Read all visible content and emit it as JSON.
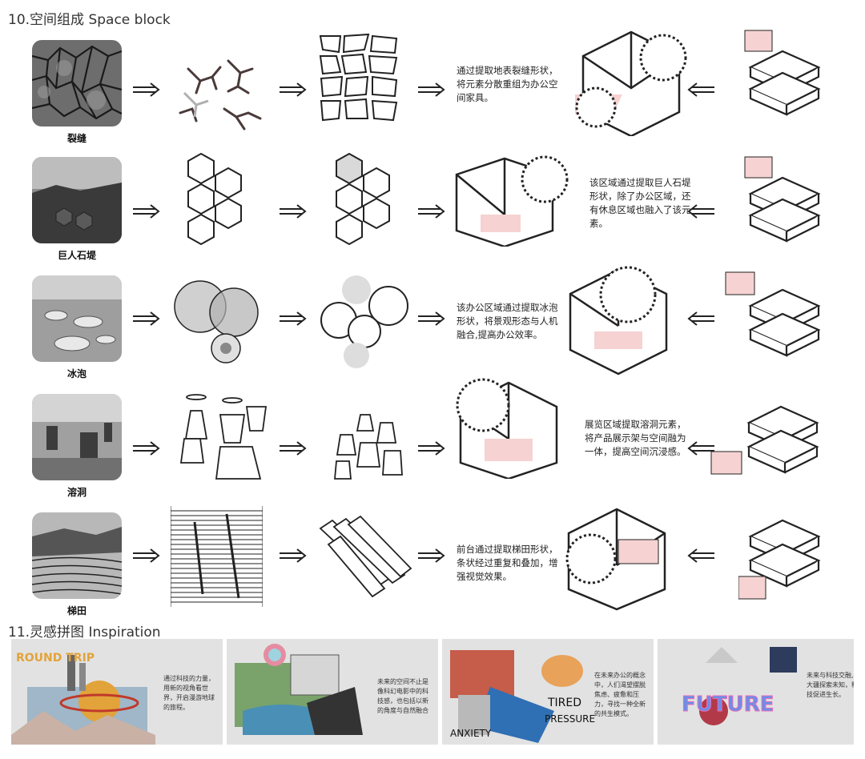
{
  "section1_title": "10.空间组成 Space block",
  "section2_title": "11.灵感拼图 Inspiration",
  "rows": [
    {
      "caption": "裂缝",
      "description": "通过提取地表裂缝形状，将元素分散重组为办公空间家具。"
    },
    {
      "caption": "巨人石堤",
      "description": "该区域通过提取巨人石堤形状，除了办公区域，还有休息区域也融入了该元素。"
    },
    {
      "caption": "冰泡",
      "description": "该办公区域通过提取冰泡形状，将景观形态与人机融合,提高办公效率。"
    },
    {
      "caption": "溶洞",
      "description": "展览区域提取溶洞元素，将产品展示架与空间融为一体，提高空间沉浸感。"
    },
    {
      "caption": "梯田",
      "description": "前台通过提取梯田形状，条状经过重复和叠加，增强视觉效果。"
    }
  ],
  "panels": [
    {
      "text": "通过科技的力量，用新的视角看世界，开启漫游地球的旅程。",
      "collage_words": [
        "ROUND TRIP"
      ]
    },
    {
      "text": "未来的空间不止是像科幻电影中的科技感，也包括以新的角度与自然融合"
    },
    {
      "text": "在未来办公的概念中，人们渴望摆脱焦虑、疲惫和压力，寻找一种全新的共生模式。",
      "collage_words": [
        "TIRED",
        "PRESSURE",
        "ANXIETY"
      ]
    },
    {
      "text": "未来与科技交融,在大疆探索未知，科技促进生长。",
      "collage_words": [
        "FUTURE"
      ]
    }
  ],
  "colors": {
    "accent_pink": "#f6d2d2",
    "panel_bg": "#e2e2e2",
    "line": "#222222"
  }
}
